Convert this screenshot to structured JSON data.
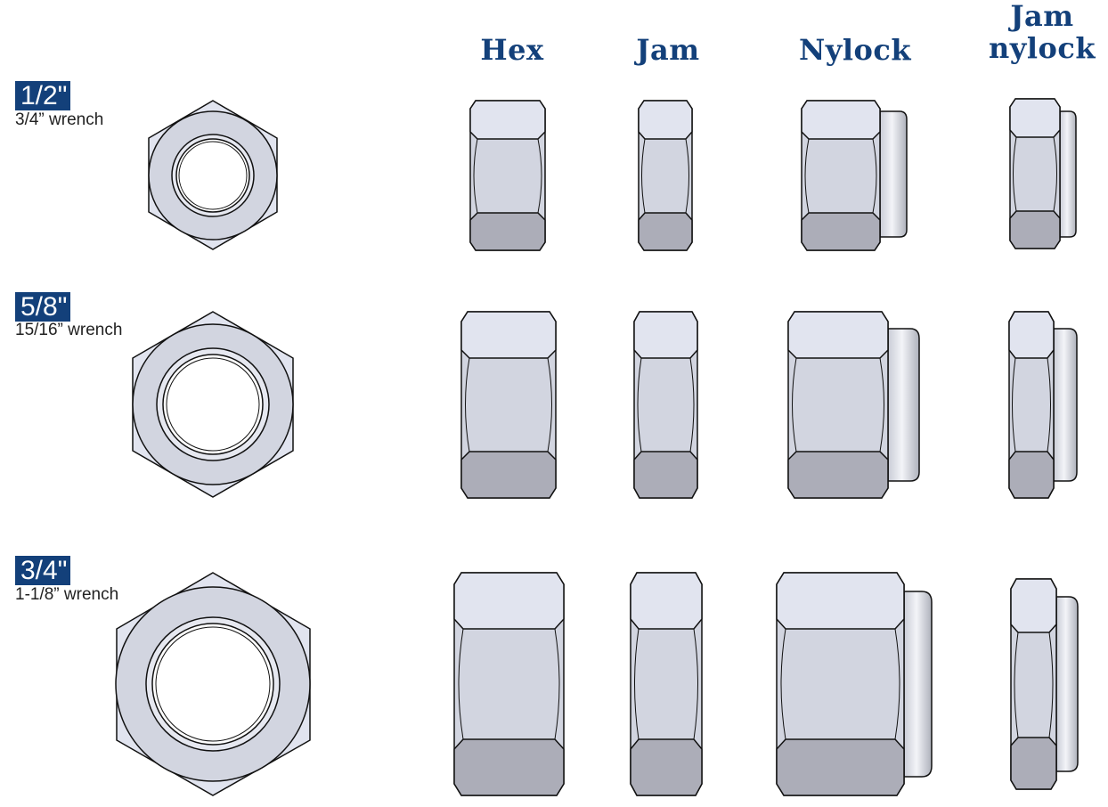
{
  "columns": [
    "Hex",
    "Jam",
    "Nylock",
    "Jam\nnylock"
  ],
  "rows": [
    {
      "size": "1/2\"",
      "wrench": "3/4” wrench"
    },
    {
      "size": "5/8\"",
      "wrench": "15/16” wrench"
    },
    {
      "size": "3/4\"",
      "wrench": "1-1/8” wrench"
    }
  ],
  "colors": {
    "brand": "#13407a",
    "nut_light": "#e1e4ef",
    "nut_mid": "#d2d5e0",
    "nut_dark": "#acadb8",
    "outline": "#111111"
  }
}
